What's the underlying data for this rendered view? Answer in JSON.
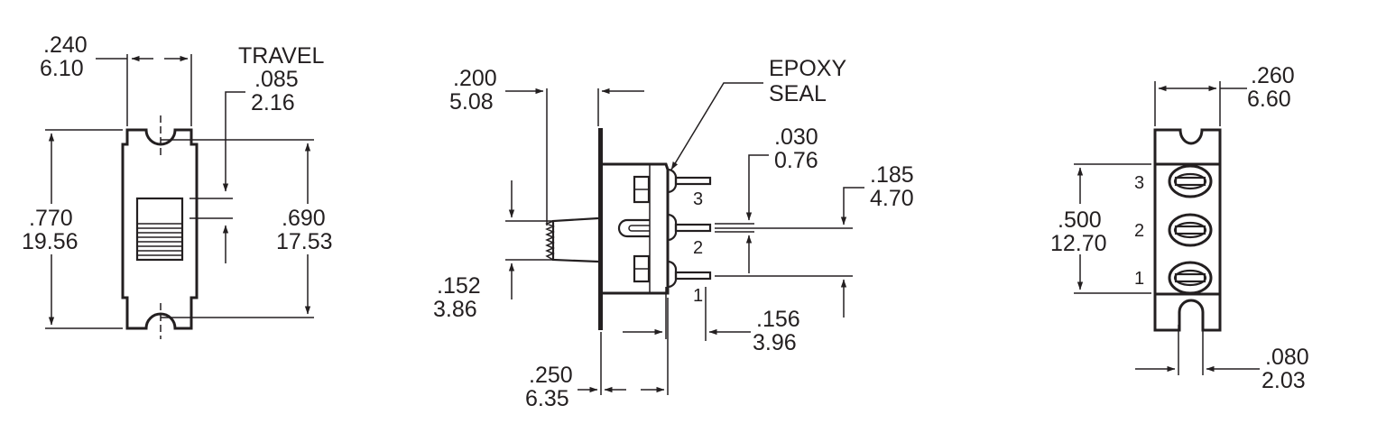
{
  "left_view": {
    "width_in": ".240",
    "width_mm": "6.10",
    "travel_label": "TRAVEL",
    "travel_in": ".085",
    "travel_mm": "2.16",
    "height_in": ".770",
    "height_mm": "19.56",
    "mount_in": ".690",
    "mount_mm": "17.53"
  },
  "side_view": {
    "seal_line1": "EPOXY",
    "seal_line2": "SEAL",
    "actuator_in": ".200",
    "actuator_mm": "5.08",
    "lead_thk_in": ".030",
    "lead_thk_mm": "0.76",
    "pin_span_in": ".185",
    "pin_span_mm": "4.70",
    "act_height_in": ".152",
    "act_height_mm": "3.86",
    "pitch_in": ".156",
    "pitch_mm": "3.96",
    "body_in": ".250",
    "body_mm": "6.35",
    "pins": [
      "3",
      "2",
      "1"
    ]
  },
  "right_view": {
    "width_in": ".260",
    "width_mm": "6.60",
    "span_in": ".500",
    "span_mm": "12.70",
    "lead_in": ".080",
    "lead_mm": "2.03",
    "pins": [
      "3",
      "2",
      "1"
    ]
  }
}
